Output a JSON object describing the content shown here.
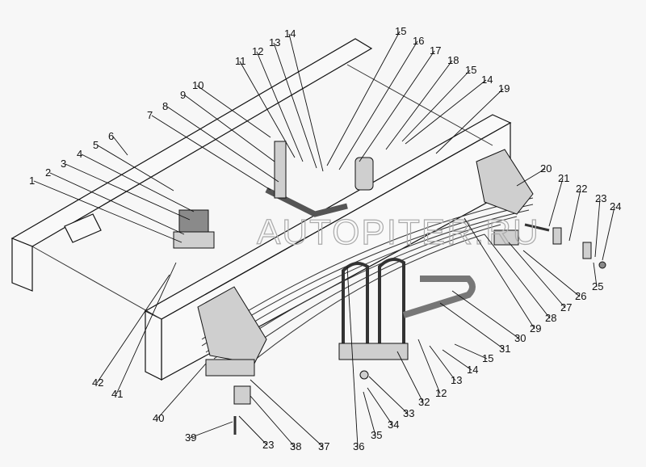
{
  "diagram": {
    "watermark": "AUTOPITER.RU",
    "callouts": [
      "1",
      "2",
      "3",
      "4",
      "5",
      "6",
      "7",
      "8",
      "9",
      "10",
      "11",
      "12",
      "13",
      "14",
      "15",
      "16",
      "17",
      "18",
      "15",
      "14",
      "19",
      "20",
      "21",
      "22",
      "23",
      "24",
      "25",
      "26",
      "27",
      "28",
      "29",
      "30",
      "31",
      "15",
      "14",
      "13",
      "12",
      "32",
      "33",
      "34",
      "35",
      "36",
      "37",
      "38",
      "23",
      "39",
      "40",
      "41",
      "42"
    ]
  }
}
